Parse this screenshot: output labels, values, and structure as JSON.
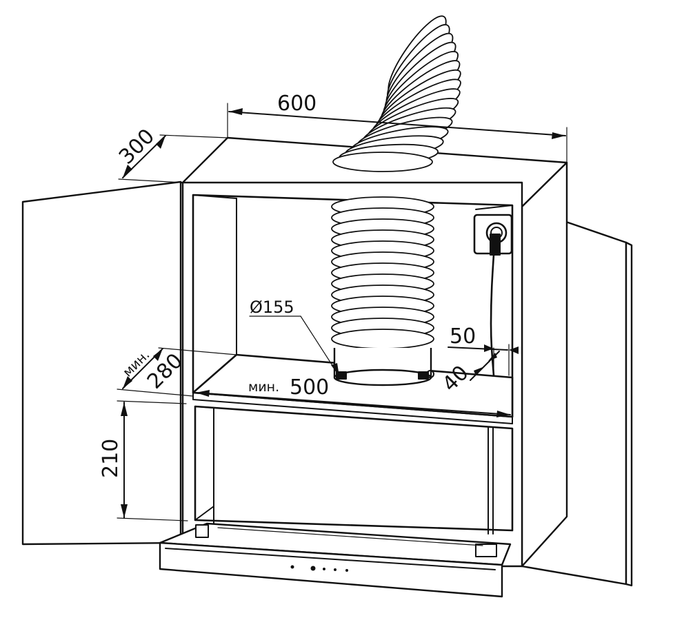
{
  "dimensions": {
    "cabinet_width": "600",
    "cabinet_depth": "300",
    "shelf_depth_prefix": "мин.",
    "shelf_depth": "280",
    "shelf_width_prefix": "мин.",
    "shelf_width": "500",
    "duct_diameter": "Ø155",
    "socket_offset_side": "50",
    "socket_offset_back": "40",
    "hood_height": "210"
  },
  "colors": {
    "line": "#111111",
    "background": "#ffffff"
  }
}
